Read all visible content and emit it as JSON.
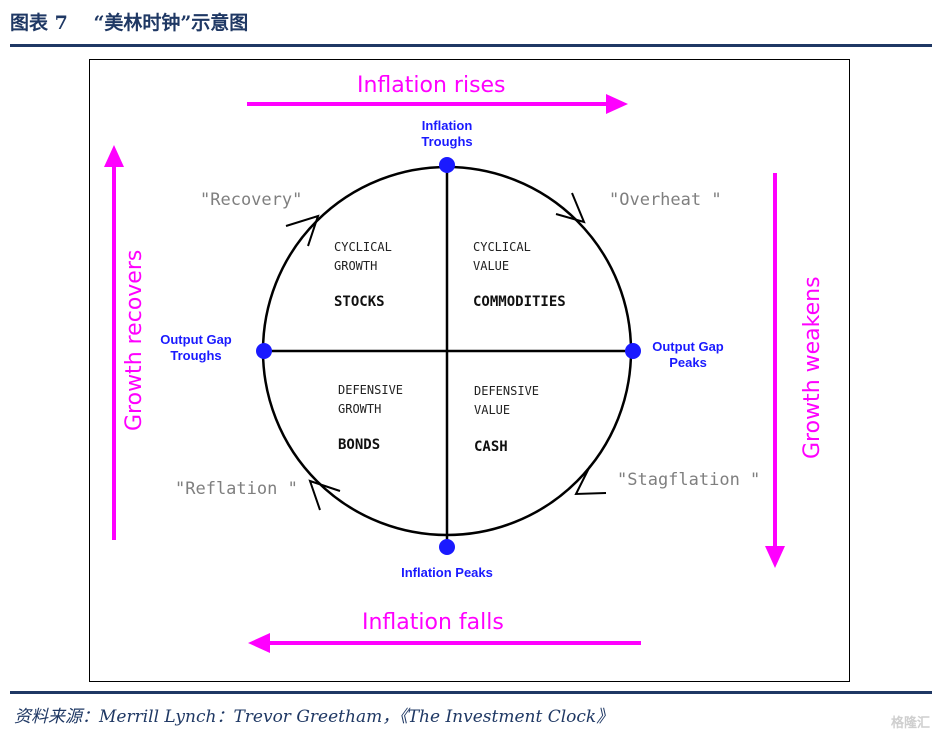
{
  "header": {
    "title": "图表 7　 “美林时钟”示意图"
  },
  "footer": {
    "source": "资料来源：Merrill Lynch：Trevor Greetham，《The Investment Clock》",
    "watermark": "格隆汇"
  },
  "clock": {
    "edges": {
      "top": "Inflation rises",
      "bottom": "Inflation falls",
      "left": "Growth recovers",
      "right": "Growth weakens"
    },
    "points": {
      "top": "Inflation Troughs",
      "bottom": "Inflation Peaks",
      "left": "Output Gap Troughs",
      "right": "Output Gap Peaks"
    },
    "phases": {
      "recovery": "\"Recovery\"",
      "overheat": "\"Overheat \"",
      "stagflation": "\"Stagflation \"",
      "reflation": "\"Reflation \""
    },
    "quadrants": {
      "top_left": {
        "line1": "CYCLICAL",
        "line2": "GROWTH",
        "asset": "STOCKS"
      },
      "top_right": {
        "line1": "CYCLICAL",
        "line2": "VALUE",
        "asset": "COMMODITIES"
      },
      "bottom_left": {
        "line1": "DEFENSIVE",
        "line2": "GROWTH",
        "asset": "BONDS"
      },
      "bottom_right": {
        "line1": "DEFENSIVE",
        "line2": "VALUE",
        "asset": "CASH"
      }
    }
  },
  "colors": {
    "arrow": "#ff00ff",
    "point": "#1a1aff",
    "header_text": "#1f3864"
  }
}
